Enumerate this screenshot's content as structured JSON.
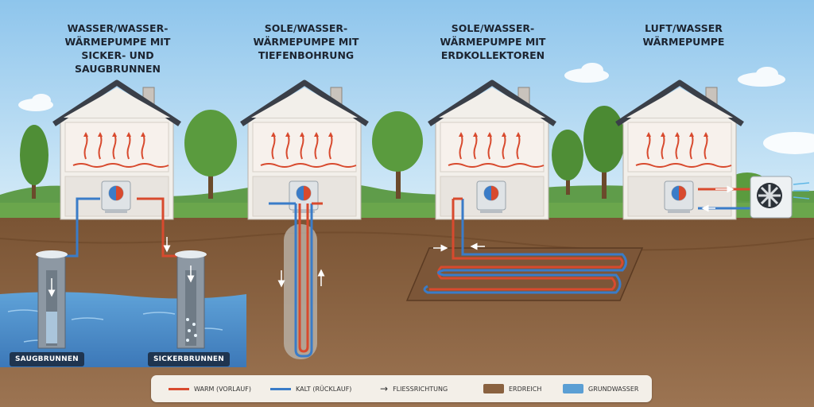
{
  "systems": [
    {
      "title": "WASSER/WASSER-\nWÄRMEPUMPE MIT\nSICKER- UND\nSAUGBRUNNEN"
    },
    {
      "title": "SOLE/WASSER-\nWÄRMEPUMPE MIT\nTIEFENBOHRUNG"
    },
    {
      "title": "SOLE/WASSER-\nWÄRMEPUMPE MIT\nERDKOLLEKTOREN"
    },
    {
      "title": "LUFT/WASSER\nWÄRMEPUMPE"
    }
  ],
  "well_labels": {
    "saug": "SAUGBRUNNEN",
    "sicker": "SICKERBRUNNEN"
  },
  "legend": [
    {
      "key": "warm",
      "label": "WARM (VORLAUF)",
      "color": "#d84a2e"
    },
    {
      "key": "kalt",
      "label": "KALT (RÜCKLAUF)",
      "color": "#3a7cc8"
    },
    {
      "key": "flow",
      "label": "FLIESSRICHTUNG",
      "icon": "arrow-right-icon"
    },
    {
      "key": "erdreich",
      "label": "ERDREICH",
      "color": "#8a6240"
    },
    {
      "key": "grundwasser",
      "label": "GRUNDWASSER",
      "color": "#5b9fd4"
    }
  ],
  "colors": {
    "warm": "#d84a2e",
    "kalt": "#3a7cc8",
    "soil": "#8f6845",
    "water": "#4f8fca",
    "sky": "#a9d2ef"
  }
}
